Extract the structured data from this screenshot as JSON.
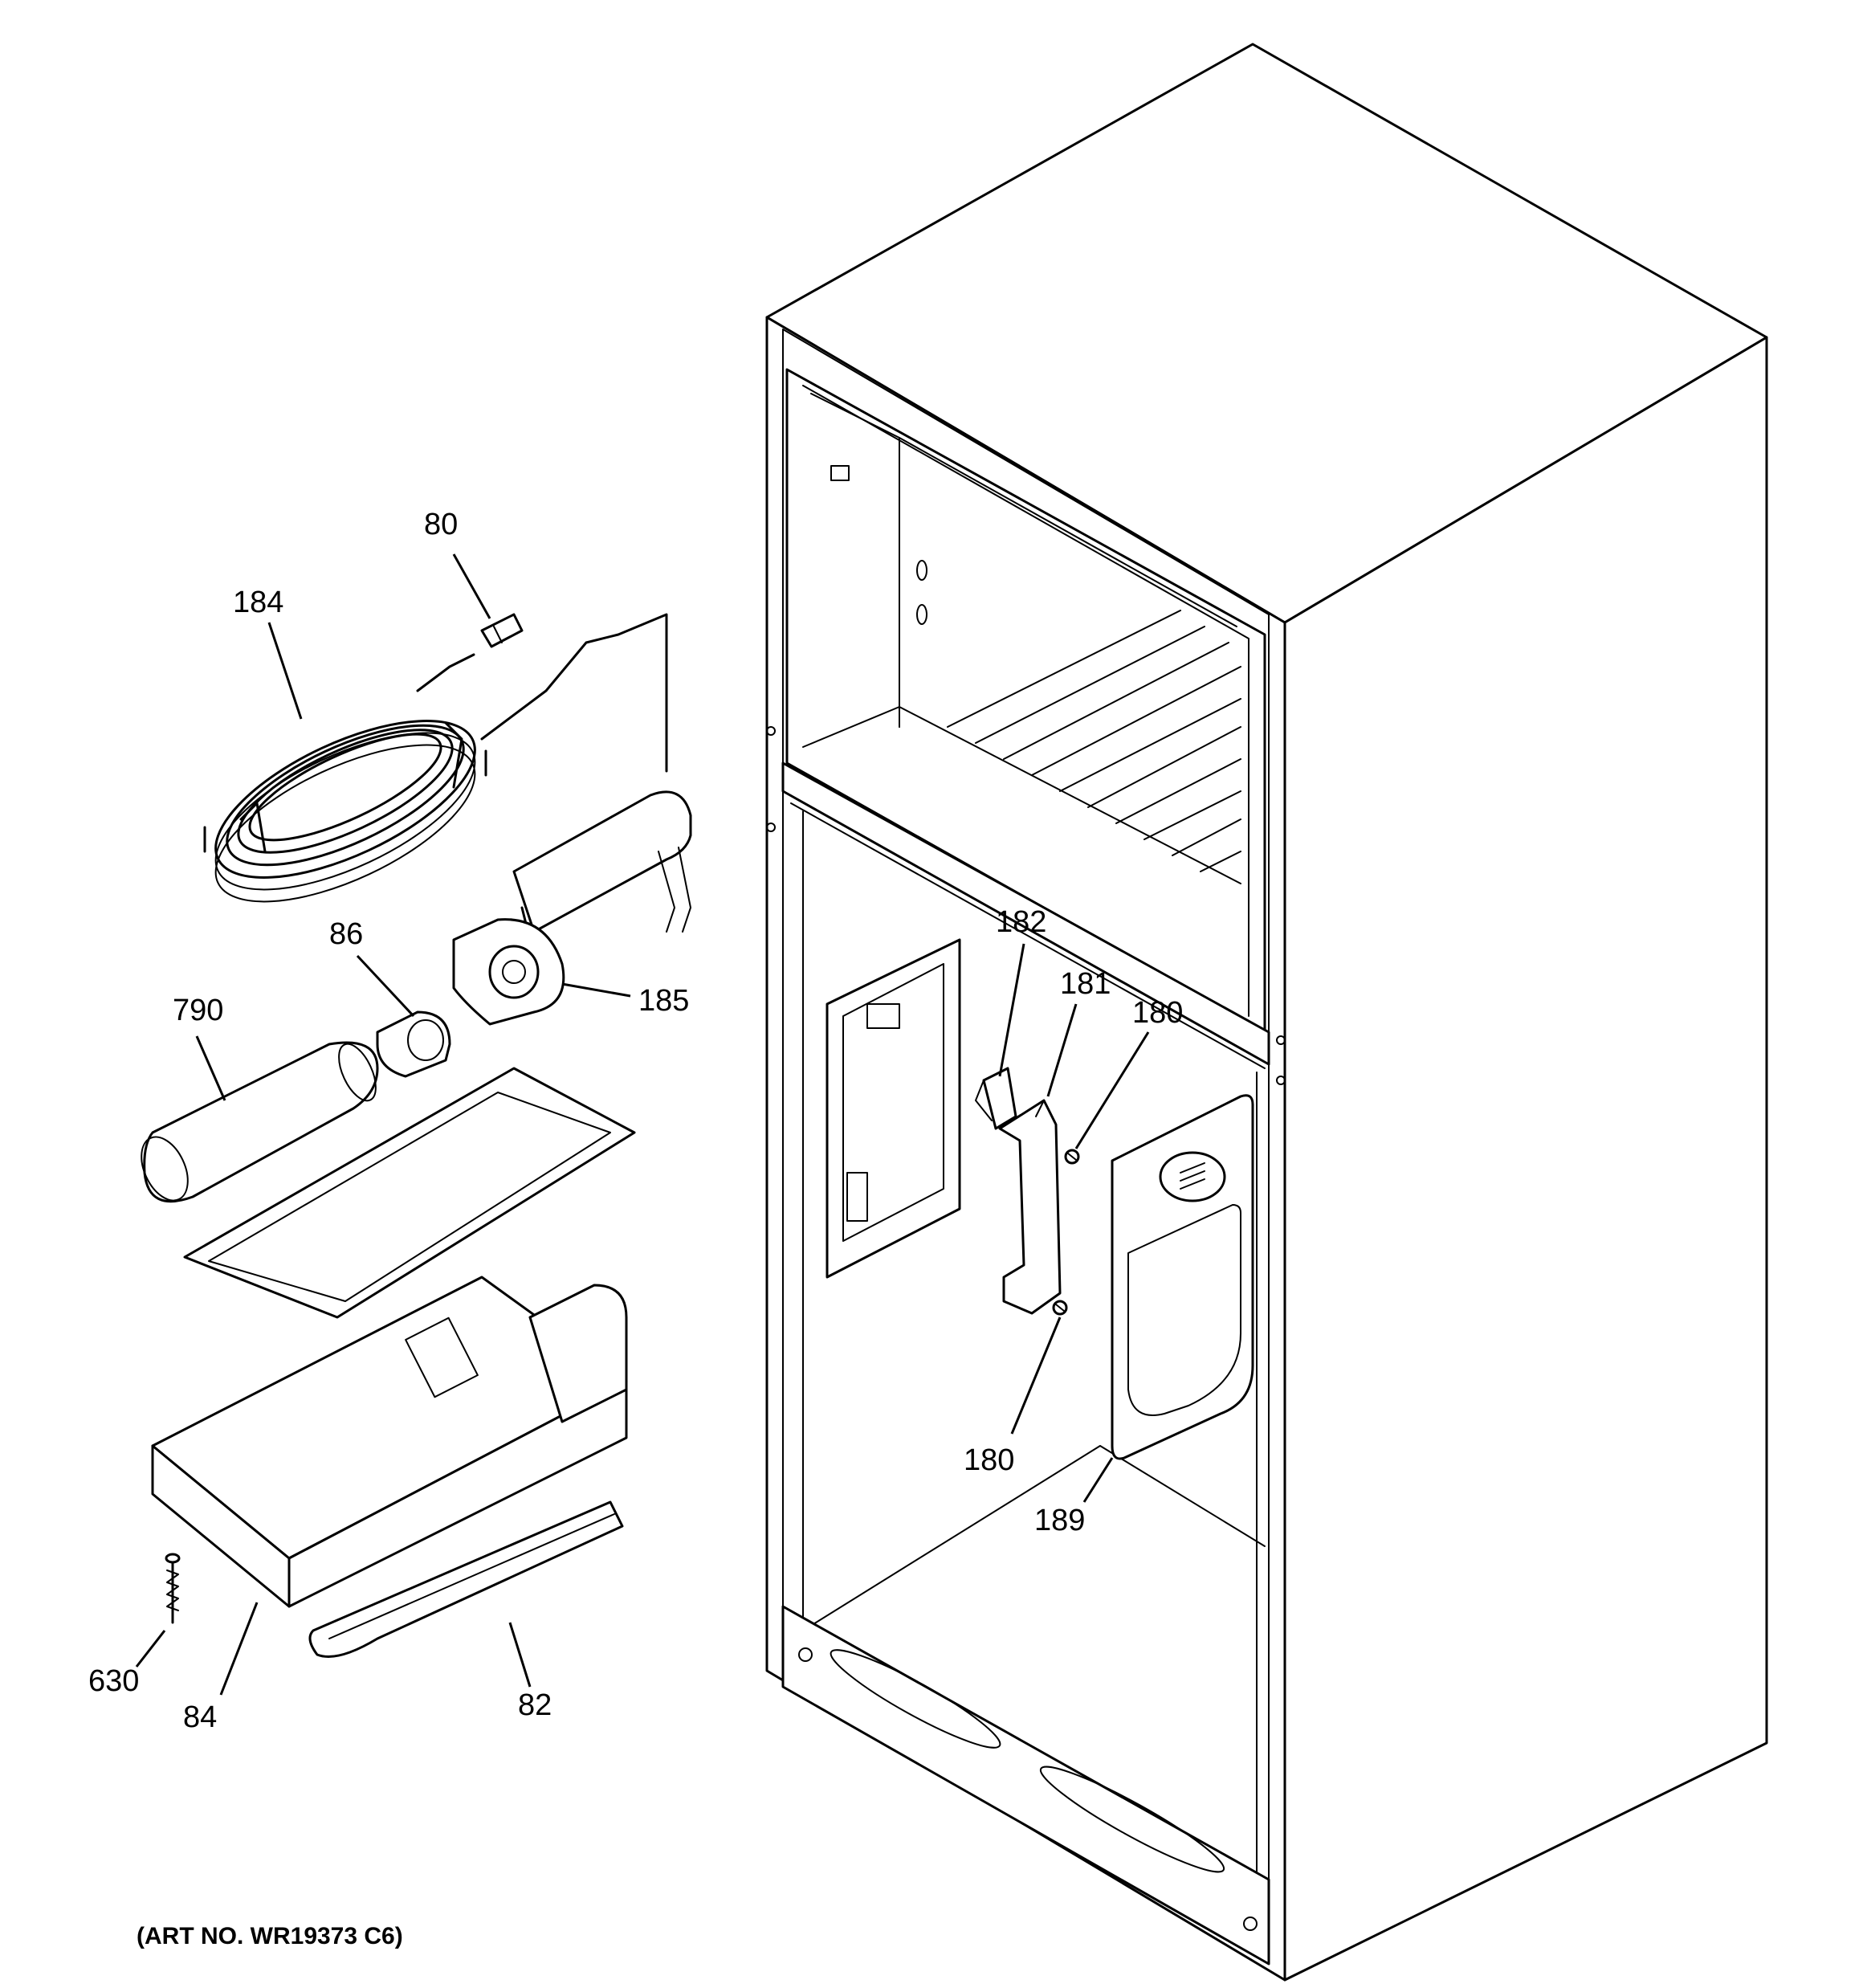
{
  "callouts": {
    "c80": "80",
    "c184": "184",
    "c86": "86",
    "c185": "185",
    "c790": "790",
    "c182": "182",
    "c181": "181",
    "c180a": "180",
    "c180b": "180",
    "c189": "189",
    "c630": "630",
    "c84": "84",
    "c82": "82"
  },
  "art_number": "(ART NO. WR19373 C6)"
}
